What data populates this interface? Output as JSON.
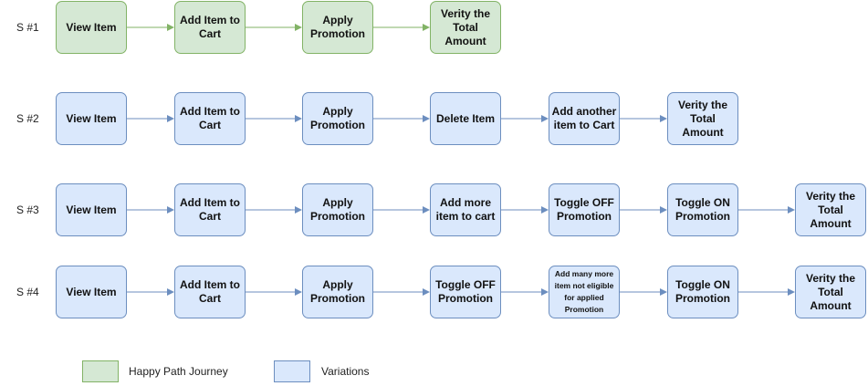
{
  "colors": {
    "happy_fill": "#d5e8d4",
    "happy_stroke": "#82b366",
    "variation_fill": "#dae8fc",
    "variation_stroke": "#6c8ebf"
  },
  "scenarios": [
    {
      "label": "S #1",
      "style": "happy",
      "steps": [
        "View Item",
        "Add Item to Cart",
        "Apply Promotion",
        "Verity the Total Amount"
      ]
    },
    {
      "label": "S #2",
      "style": "variation",
      "steps": [
        "View Item",
        "Add Item to Cart",
        "Apply Promotion",
        "Delete Item",
        "Add another item to Cart",
        "Verity the Total Amount"
      ]
    },
    {
      "label": "S #3",
      "style": "variation",
      "steps": [
        "View Item",
        "Add Item to Cart",
        "Apply Promotion",
        "Add more item to cart",
        "Toggle OFF Promotion",
        "Toggle ON Promotion",
        "Verity the Total Amount"
      ]
    },
    {
      "label": "S #4",
      "style": "variation",
      "steps": [
        "View Item",
        "Add Item to Cart",
        "Apply Promotion",
        "Toggle OFF Promotion",
        "Add many more item not eligible for applied Promotion",
        "Toggle ON Promotion",
        "Verity the Total Amount"
      ]
    }
  ],
  "legend": {
    "happy_label": "Happy Path Journey",
    "variation_label": "Variations"
  }
}
